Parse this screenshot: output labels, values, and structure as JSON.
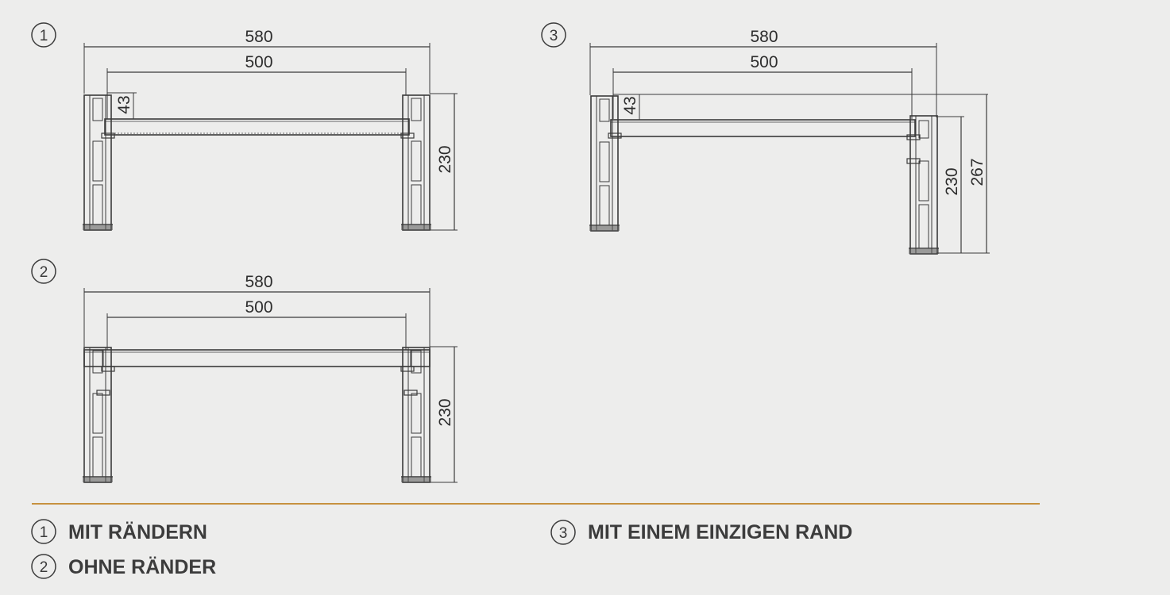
{
  "colors": {
    "background": "#ededec",
    "line": "#3b3b3b",
    "divider": "#c7913f",
    "text": "#3c3c3c"
  },
  "diagrams": [
    {
      "marker": "1",
      "dims": {
        "overall_width": "580",
        "inner_width": "500",
        "rim_height": "43",
        "total_height": "230"
      }
    },
    {
      "marker": "2",
      "dims": {
        "overall_width": "580",
        "inner_width": "500",
        "total_height": "230"
      }
    },
    {
      "marker": "3",
      "dims": {
        "overall_width": "580",
        "inner_width": "500",
        "rim_height": "43",
        "total_height": "230",
        "max_height": "267"
      }
    }
  ],
  "legend": [
    {
      "marker": "1",
      "label": "MIT RÄNDERN"
    },
    {
      "marker": "2",
      "label": "OHNE RÄNDER"
    },
    {
      "marker": "3",
      "label": "MIT EINEM EINZIGEN RAND"
    }
  ]
}
